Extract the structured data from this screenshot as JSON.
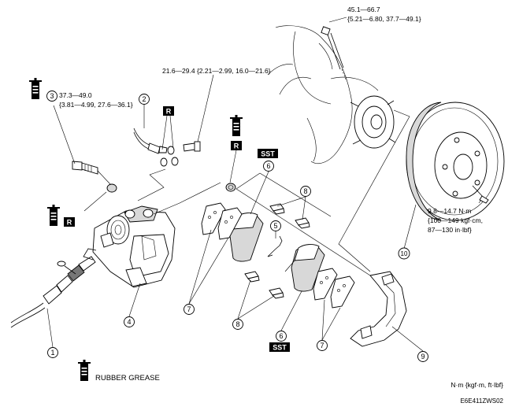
{
  "callouts": [
    {
      "number": "1"
    },
    {
      "number": "2"
    },
    {
      "number": "3"
    },
    {
      "number": "4"
    },
    {
      "number": "5"
    },
    {
      "number": "6"
    },
    {
      "number": "6"
    },
    {
      "number": "7"
    },
    {
      "number": "7"
    },
    {
      "number": "8"
    },
    {
      "number": "8"
    },
    {
      "number": "9"
    },
    {
      "number": "10"
    }
  ],
  "torque_specs": {
    "t1": [
      "37.3—49.0",
      "{3.81—4.99, 27.6—36.1}"
    ],
    "t2": [
      "21.6—29.4 {2.21—2.99, 16.0—21.6}"
    ],
    "t3": [
      "45.1—66.7",
      "{5.21—6.80, 37.7—49.1}"
    ],
    "t4": [
      "9.8—14.7 N·m",
      "{100—149 kgf·cm,",
      "87—130 in·lbf}"
    ]
  },
  "tags": {
    "r": "R",
    "sst": "SST"
  },
  "legend": {
    "grease": "RUBBER GREASE"
  },
  "units": "N·m {kgf·m, ft·lbf}",
  "figure_id": "E6E411ZWS02",
  "icons": {
    "grease": "grease-tube-icon"
  }
}
